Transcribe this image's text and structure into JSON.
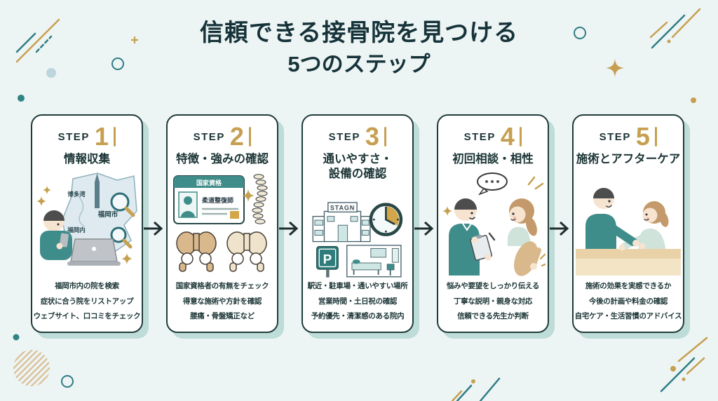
{
  "title": {
    "line1": "信頼できる接骨院を見つける",
    "line2": "5つのステップ"
  },
  "colors": {
    "background": "#edf4f4",
    "card_border": "#203b3b",
    "card_shadow": "#bedcd8",
    "accent_gold": "#c6a050",
    "accent_teal": "#2e7d84",
    "text_dark": "#1c3536",
    "scrubs_teal": "#3f8d8a"
  },
  "steps": [
    {
      "label": "STEP",
      "number": "1",
      "heading": "情報収集",
      "heading2": "",
      "lines": [
        "福岡市内の院を検索",
        "症状に合う院をリストアップ",
        "ウェブサイト、口コミをチェック"
      ],
      "illustration": {
        "map_label_bay": "博多湾",
        "map_label_city": "福岡市",
        "map_label_area": "福岡内"
      }
    },
    {
      "label": "STEP",
      "number": "2",
      "heading": "特徴・強みの確認",
      "heading2": "",
      "lines": [
        "国家資格者の有無をチェック",
        "得意な施術や方針を確認",
        "腰痛・骨盤矯正など"
      ],
      "illustration": {
        "license_header": "国家資格",
        "license_title": "柔道整復師"
      }
    },
    {
      "label": "STEP",
      "number": "3",
      "heading": "通いやすさ・",
      "heading2": "設備の確認",
      "lines": [
        "駅近・駐車場・通いやすい場所",
        "営業時間・土日祝の確認",
        "予約優先・清潔感のある院内"
      ],
      "illustration": {
        "building_sign": "STAGN",
        "parking_letter": "P"
      }
    },
    {
      "label": "STEP",
      "number": "4",
      "heading": "初回相談・相性",
      "heading2": "",
      "lines": [
        "悩みや要望をしっかり伝える",
        "丁寧な説明・親身な対応",
        "信頼できる先生か判断"
      ],
      "illustration": {}
    },
    {
      "label": "STEP",
      "number": "5",
      "heading": "施術とアフターケア",
      "heading2": "",
      "lines": [
        "施術の効果を実感できるか",
        "今後の計画や料金の確認",
        "自宅ケア・生活習慣のアドバイス"
      ],
      "illustration": {}
    }
  ]
}
